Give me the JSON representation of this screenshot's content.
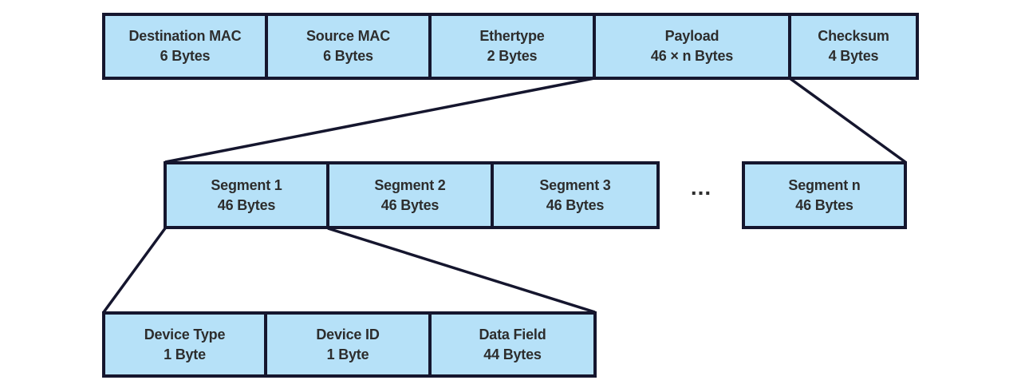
{
  "colors": {
    "box_fill": "#b6e1f8",
    "box_border": "#15162e",
    "text": "#2d2d2d",
    "background": "#ffffff",
    "line": "#15162e"
  },
  "frame_row": {
    "cells": [
      {
        "title": "Destination MAC",
        "size": "6 Bytes"
      },
      {
        "title": "Source MAC",
        "size": "6 Bytes"
      },
      {
        "title": "Ethertype",
        "size": "2 Bytes"
      },
      {
        "title": "Payload",
        "size": "46 × n Bytes"
      },
      {
        "title": "Checksum",
        "size": "4 Bytes"
      }
    ]
  },
  "segment_row": {
    "cells": [
      {
        "title": "Segment 1",
        "size": "46 Bytes"
      },
      {
        "title": "Segment 2",
        "size": "46 Bytes"
      },
      {
        "title": "Segment 3",
        "size": "46 Bytes"
      }
    ],
    "ellipsis": "...",
    "last": {
      "title": "Segment n",
      "size": "46 Bytes"
    }
  },
  "detail_row": {
    "cells": [
      {
        "title": "Device Type",
        "size": "1 Byte"
      },
      {
        "title": "Device ID",
        "size": "1 Byte"
      },
      {
        "title": "Data Field",
        "size": "44 Bytes"
      }
    ]
  }
}
